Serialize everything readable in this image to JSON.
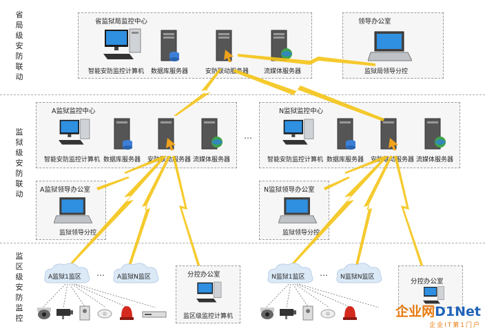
{
  "side_labels": {
    "province": "省局级安防联动",
    "prison": "监狱级安防联动",
    "district": "监区级安防监控"
  },
  "province": {
    "center_title": "省监狱局监控中心",
    "devices": [
      "智能安防监控计算机",
      "数据库服务器",
      "安防联动服务器",
      "流媒体服务器"
    ],
    "leader_office_title": "领导办公室",
    "leader_office_device": "监狱局领导分控"
  },
  "prison_a": {
    "center_title": "A监狱监控中心",
    "devices": [
      "智能安防监控计算机",
      "数据库服务器",
      "安防联动服务器",
      "流媒体服务器"
    ],
    "leader_office_title": "A监狱领导办公室",
    "leader_office_device": "监狱领导分控"
  },
  "prison_n": {
    "center_title": "N监狱监控中心",
    "devices": [
      "智能安防监控计算机",
      "数据库服务器",
      "安防联动服务器",
      "流媒体服务器"
    ],
    "leader_office_title": "N监狱领导办公室",
    "leader_office_device": "监狱领导分控"
  },
  "ellipsis": "…",
  "district_a": {
    "cloud1": "A监狱1监区",
    "cloudN": "A监狱N监区",
    "office_title": "分控办公室",
    "office_device": "监区级监控计算机"
  },
  "district_n": {
    "cloud1": "N监狱1监区",
    "cloudN": "N监狱N监区",
    "office_title": "分控办公室"
  },
  "watermark": {
    "main_a": "企业网",
    "main_b": "D1Net",
    "sub": "企业IT第1门户"
  },
  "colors": {
    "lightning": "#f5c518",
    "box_border": "#9a9a9a",
    "box_fill": "#f6f6f6",
    "cloud": "#dbe9f7",
    "watermark_orange": "#e8790e",
    "watermark_blue": "#1e63b8"
  }
}
